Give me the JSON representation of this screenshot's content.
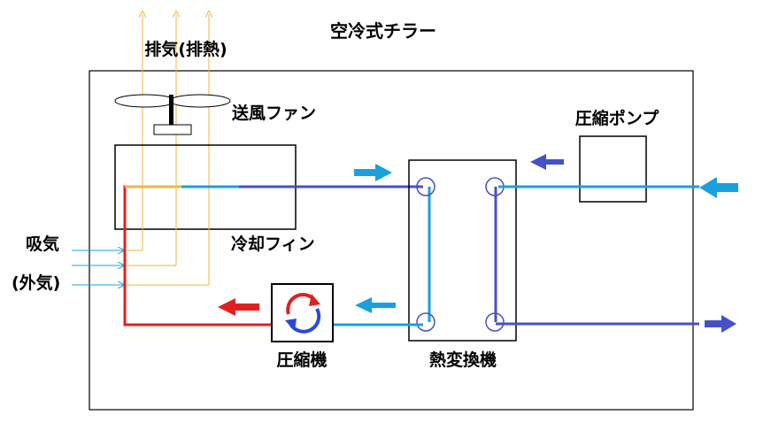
{
  "title": "空冷式チラー",
  "labels": {
    "exhaust": "排気(排熱)",
    "fan": "送風ファン",
    "pump": "圧縮ポンプ",
    "intake_line1": "吸気",
    "intake_line2": "(外気)",
    "fin": "冷却フィン",
    "compressor": "圧縮機",
    "heat_exchanger": "熱変換機"
  },
  "colors": {
    "airflow": "#f2b640",
    "hot_line": "#e02020",
    "warm_line": "#f2b640",
    "cool_light": "#1aa0dd",
    "cool_dark": "#4650c8",
    "outline": "#000000"
  }
}
